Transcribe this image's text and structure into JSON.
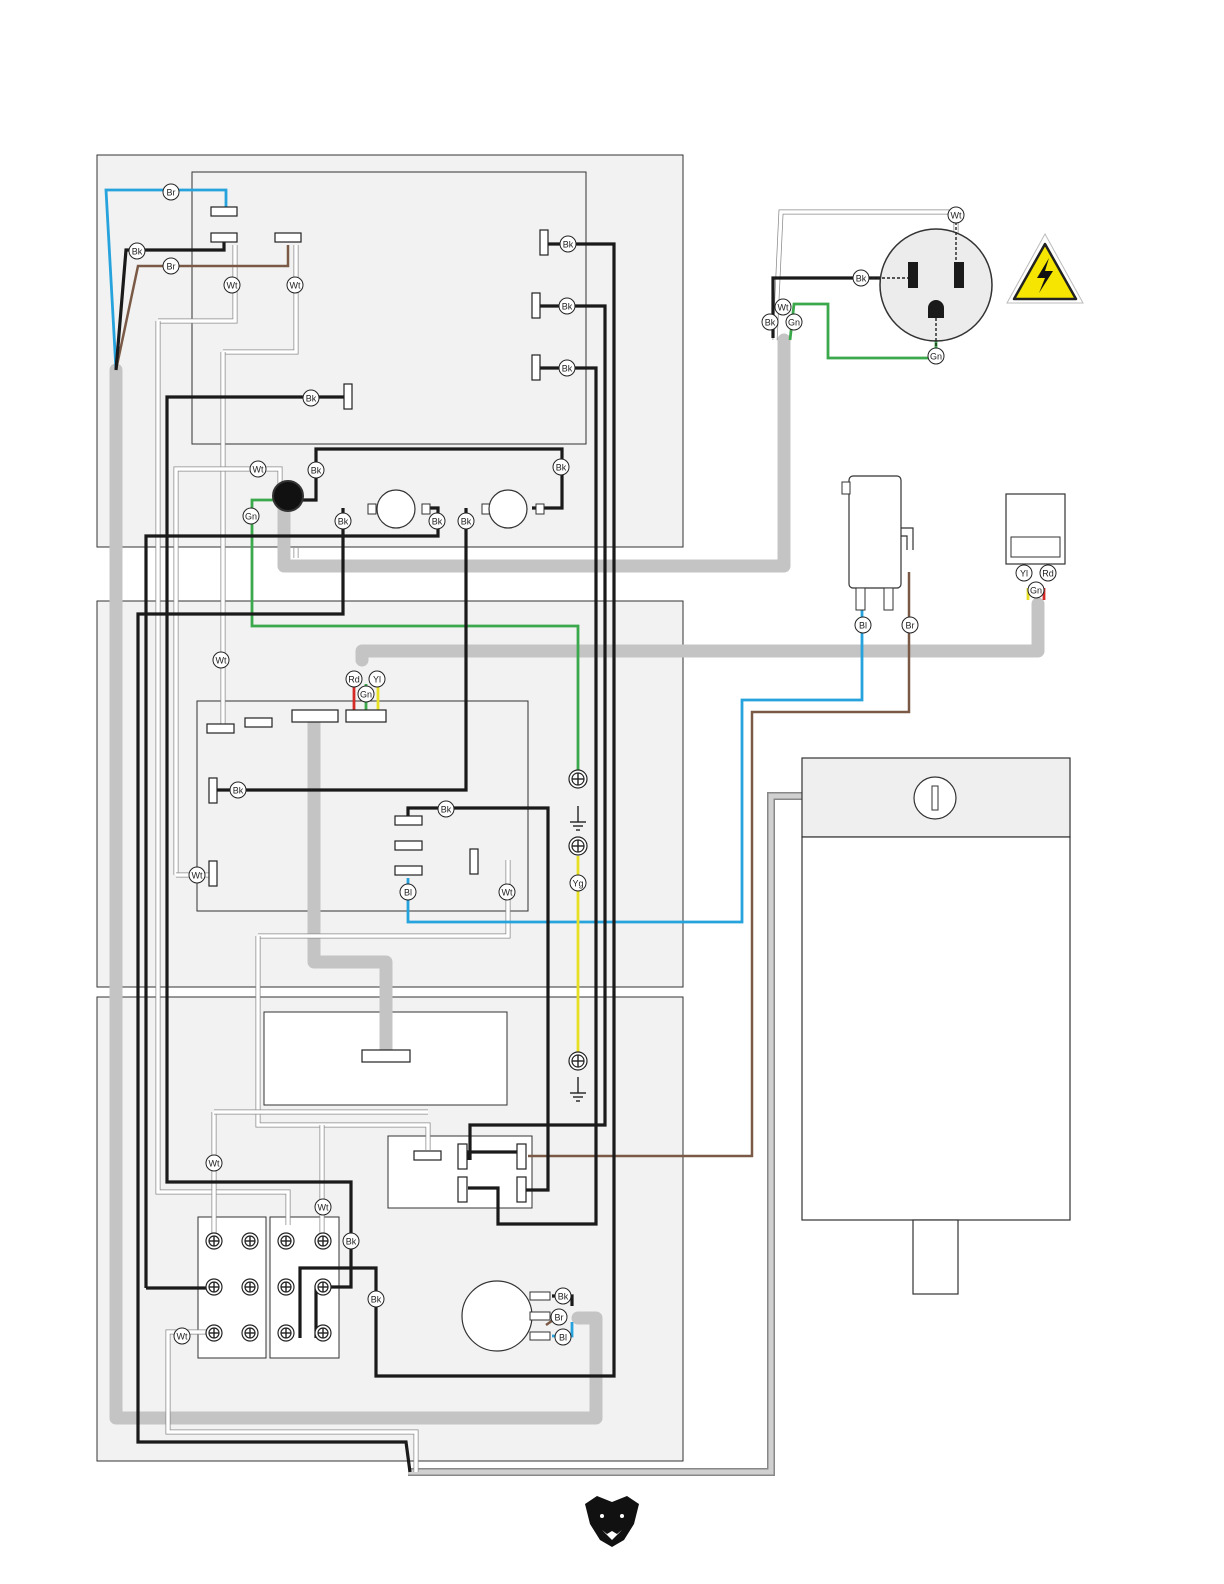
{
  "wire_tags": {
    "br": "Br",
    "bk": "Bk",
    "wt": "Wt",
    "gn": "Gn",
    "bl": "Bl",
    "rd": "Rd",
    "yl": "Yl",
    "yg": "Yg"
  },
  "colors": {
    "black_wire": "#1a1a1a",
    "white_wire": "#ffffff",
    "brown_wire": "#7a5a46",
    "blue_wire": "#26a3dc",
    "green_wire": "#3aa84b",
    "yellow_wire": "#e6df22",
    "red_wire": "#d62a27",
    "cord": "#c4c4c4",
    "panel": "#f2f2f2",
    "warning": "#f5e500"
  },
  "icons": {
    "warning": "electrical-hazard-icon",
    "logo": "bear-logo",
    "ground": "ground-symbol-icon"
  }
}
